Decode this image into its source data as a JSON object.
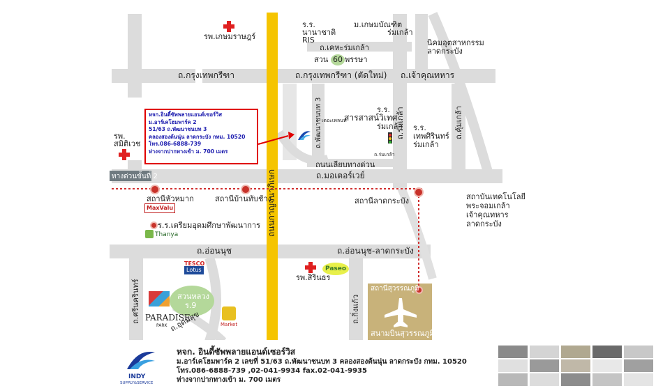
{
  "roads": {
    "krungthep_kreetha": "ถ.กรุงเทพกรีฑา",
    "krungthep_kreetha_new": "ถ.กรุงเทพกรีฑา (ตัดใหม่)",
    "chao_khun_thahan": "ถ.เจ้าคุณทหาร",
    "motorway": "ถ.มอเตอร์เวย์",
    "onnut": "ถ.อ่อนนุช",
    "onnut_latkrabang": "ถ.อ่อนนุช-ลาดกระบัง",
    "romklao": "ถ.ร่มเกล้า",
    "kingkaeo": "ถ.กิ่งแก้ว",
    "sinakharin": "ถ.ศรีนครินทร์",
    "udomsuk": "ถ.อุดมสุข",
    "kanchanaphisek": "ถนนกาญจนาภิเษก",
    "romklao_r": "ถ.ร่มเกล้า",
    "khumklao": "ถ.คุ้มเกล้า",
    "lieb_motorway": "ถนนเลียบทางด่วน",
    "phatthana_chonnabot": "ถ.พัฒนาชนบท 3",
    "kehat_romklao": "ถ.เคหะร่มเกล้า",
    "romklao_small": "ถ.ร่มเกล้า",
    "expressway": "ทางด่วนขั้นที่ 2"
  },
  "places": {
    "kasemrad": "รพ.เกษมราษฎร์",
    "nanachat_ris_1": "ร.ร.",
    "nanachat_ris_2": "นานาชาติ",
    "nanachat_ris_3": "RIS",
    "kasembundit_1": "ม.เกษมบัณฑิต",
    "kasembundit_2": "ร่มเกล้า",
    "park60": "สวน",
    "park60_num": "60",
    "park60_tail": "พรรษา",
    "nikhom_1": "นิคมอุตสาหกรรม",
    "nikhom_2": "ลาดกระบัง",
    "satit_1": "ร.ร.",
    "satit_2": "สารสาสน์วิเทศ",
    "satit_3": "ร่มเกล้า",
    "thep_1": "ร.ร.",
    "thep_2": "เทพศิรินทร์",
    "thep_3": "ร่มเกล้า",
    "samitivej_1": "รพ.",
    "samitivej_2": "สมิติเวช",
    "hua_mak": "สถานีหัวหมาก",
    "ban_thap_chang": "สถานีบ้านทับช้าง",
    "lat_krabang_stn": "สถานีลาดกระบัง",
    "kmitl_1": "สถาบันเทคโนโลยี",
    "kmitl_2": "พระจอมเกล้า",
    "kmitl_3": "เจ้าคุณทหาร",
    "kmitl_4": "ลาดกระบัง",
    "triam": "ร.ร.เตรียมอุดมศึกษาพัฒนาการ",
    "sirinthorn": "รพ.สิรินธร",
    "suan_luang_1": "สวนหลวง",
    "suan_luang_2": "ร.9",
    "airport_stn": "สถานีสุวรรณภูมิ",
    "airport": "สนามบินสุวรรณภูมิ",
    "daily": "เดอะเพลนท์"
  },
  "brands": {
    "maxvalu": "MaxValu",
    "thanya": "Thanya",
    "tesco_1": "TESCO",
    "tesco_2": "Lotus",
    "paseo": "Paseo",
    "paradise_1": "PARADISE",
    "paradise_2": "PARK",
    "indy": "INDY",
    "cmarket": "Market"
  },
  "infobox": {
    "line1": "หจก.อินดี้ซัพพลายแอนด์เซอร์วิส",
    "line2": "ม.อาร์เคโฮมพาร์ค 2",
    "line3": "51/63 ถ.พัฒนาชนบท 3",
    "line4": " คลองสองต้นนุ่น  ลาดกระบัง กทม. 10520",
    "line5": "โทร.086-6888-739",
    "line6": "ห่างจากปากทางเข้า ม. 700 เมตร"
  },
  "footer": {
    "company": "หจก. อินดี้ซัพพลายแอนด์เซอร์วิส",
    "address": "ม.อาร์เคโฮมพาร์ค 2      เลขที่ 51/63 ถ.พัฒนาชนบท 3 คลองสองต้นนุ่น  ลาดกระบัง กทม. 10520",
    "phone": "โทร.086-6888-739  ,02-041-9934 fax.02-041-9935",
    "distance": "ห่างจากปากทางเข้า ม. 700 เมตร",
    "logo_name": "INDY",
    "logo_sub": "SUPPLY&SERVICE"
  },
  "colors": {
    "road": "#dcdcdc",
    "highway": "#f5c400",
    "rail": "#d03030",
    "box": "#e00000",
    "park": "#b4d89a",
    "airport": "#c8b27a"
  }
}
